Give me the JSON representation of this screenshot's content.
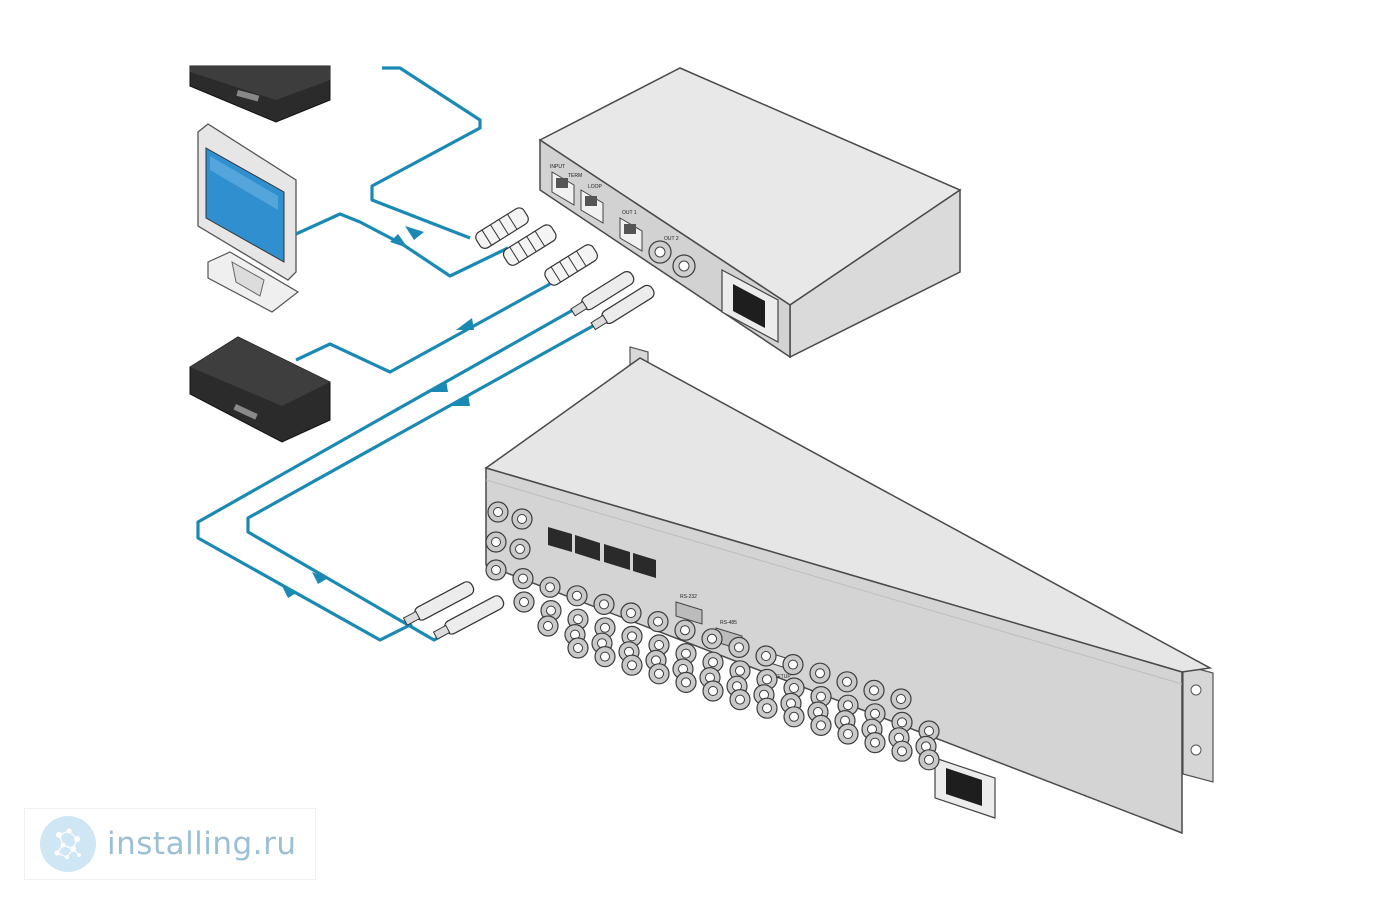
{
  "diagram": {
    "signal_line_color": "#1a8ab4",
    "device_top_color": "#e7e7e7",
    "device_front_color": "#cfcfcf",
    "source_device_color": "#2b2b2b",
    "distribution_amplifier": {
      "port_labels": {
        "input": "INPUT",
        "term": "TERM",
        "loop": "LOOP",
        "out1": "OUT 1",
        "out2": "OUT 2"
      }
    },
    "matrix_switcher": {
      "port_labels": {
        "rs232": "RS-232",
        "rs485": "RS-485",
        "setup": "SETUP"
      }
    }
  },
  "watermark": {
    "text": "installing.ru",
    "color": "#9bbfd6",
    "icon": "network-globe-icon"
  }
}
